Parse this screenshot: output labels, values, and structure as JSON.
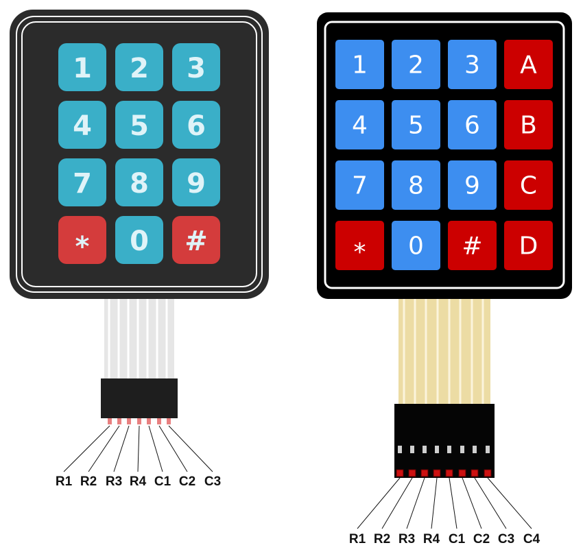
{
  "keypad_3x4": {
    "rows": [
      [
        {
          "label": "1",
          "color": "blue"
        },
        {
          "label": "2",
          "color": "blue"
        },
        {
          "label": "3",
          "color": "blue"
        }
      ],
      [
        {
          "label": "4",
          "color": "blue"
        },
        {
          "label": "5",
          "color": "blue"
        },
        {
          "label": "6",
          "color": "blue"
        }
      ],
      [
        {
          "label": "7",
          "color": "blue"
        },
        {
          "label": "8",
          "color": "blue"
        },
        {
          "label": "9",
          "color": "blue"
        }
      ],
      [
        {
          "label": "*",
          "color": "red"
        },
        {
          "label": "0",
          "color": "blue"
        },
        {
          "label": "#",
          "color": "red"
        }
      ]
    ],
    "pins": [
      "R1",
      "R2",
      "R3",
      "R4",
      "C1",
      "C2",
      "C3"
    ],
    "colors": {
      "body": "#2b2b2b",
      "key_blue": "#3aafc8",
      "key_red": "#d43c3c",
      "ribbon": "#e6e6e6",
      "connector": "#1e1e1e",
      "pin": "#e88080"
    }
  },
  "keypad_4x4": {
    "rows": [
      [
        {
          "label": "1",
          "color": "blue"
        },
        {
          "label": "2",
          "color": "blue"
        },
        {
          "label": "3",
          "color": "blue"
        },
        {
          "label": "A",
          "color": "red"
        }
      ],
      [
        {
          "label": "4",
          "color": "blue"
        },
        {
          "label": "5",
          "color": "blue"
        },
        {
          "label": "6",
          "color": "blue"
        },
        {
          "label": "B",
          "color": "red"
        }
      ],
      [
        {
          "label": "7",
          "color": "blue"
        },
        {
          "label": "8",
          "color": "blue"
        },
        {
          "label": "9",
          "color": "blue"
        },
        {
          "label": "C",
          "color": "red"
        }
      ],
      [
        {
          "label": "*",
          "color": "red"
        },
        {
          "label": "0",
          "color": "blue"
        },
        {
          "label": "#",
          "color": "red"
        },
        {
          "label": "D",
          "color": "red"
        }
      ]
    ],
    "pins": [
      "R1",
      "R2",
      "R3",
      "R4",
      "C1",
      "C2",
      "C3",
      "C4"
    ],
    "colors": {
      "body": "#000000",
      "key_blue": "#3d8ef0",
      "key_red": "#cc0000",
      "ribbon": "#ecdca4",
      "connector": "#050505",
      "pin": "#cc1111"
    }
  }
}
